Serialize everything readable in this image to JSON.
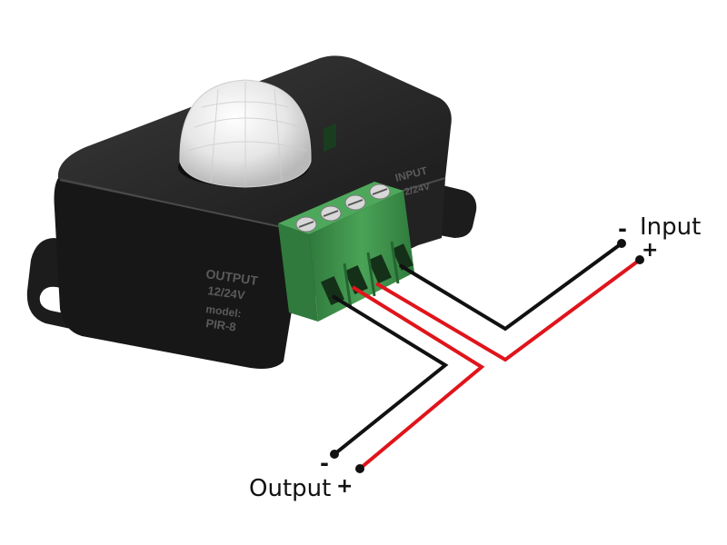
{
  "device": {
    "housing_text": {
      "output_label": "OUTPUT",
      "voltage": "12/24V",
      "model_caption": "model:",
      "model_name": "PIR-8",
      "input_fragment": "INPUT",
      "input_voltage_fragment": "2/24V"
    },
    "colors": {
      "housing": "#1f1f1f",
      "terminal_block": "#3d8a4a",
      "lens": "#eaeaea",
      "wire_negative": "#111111",
      "wire_positive": "#e0141b"
    }
  },
  "labels": {
    "input": {
      "text": "Input",
      "minus": "-",
      "plus": "+"
    },
    "output": {
      "text": "Output",
      "minus": "-",
      "plus": "+"
    }
  }
}
